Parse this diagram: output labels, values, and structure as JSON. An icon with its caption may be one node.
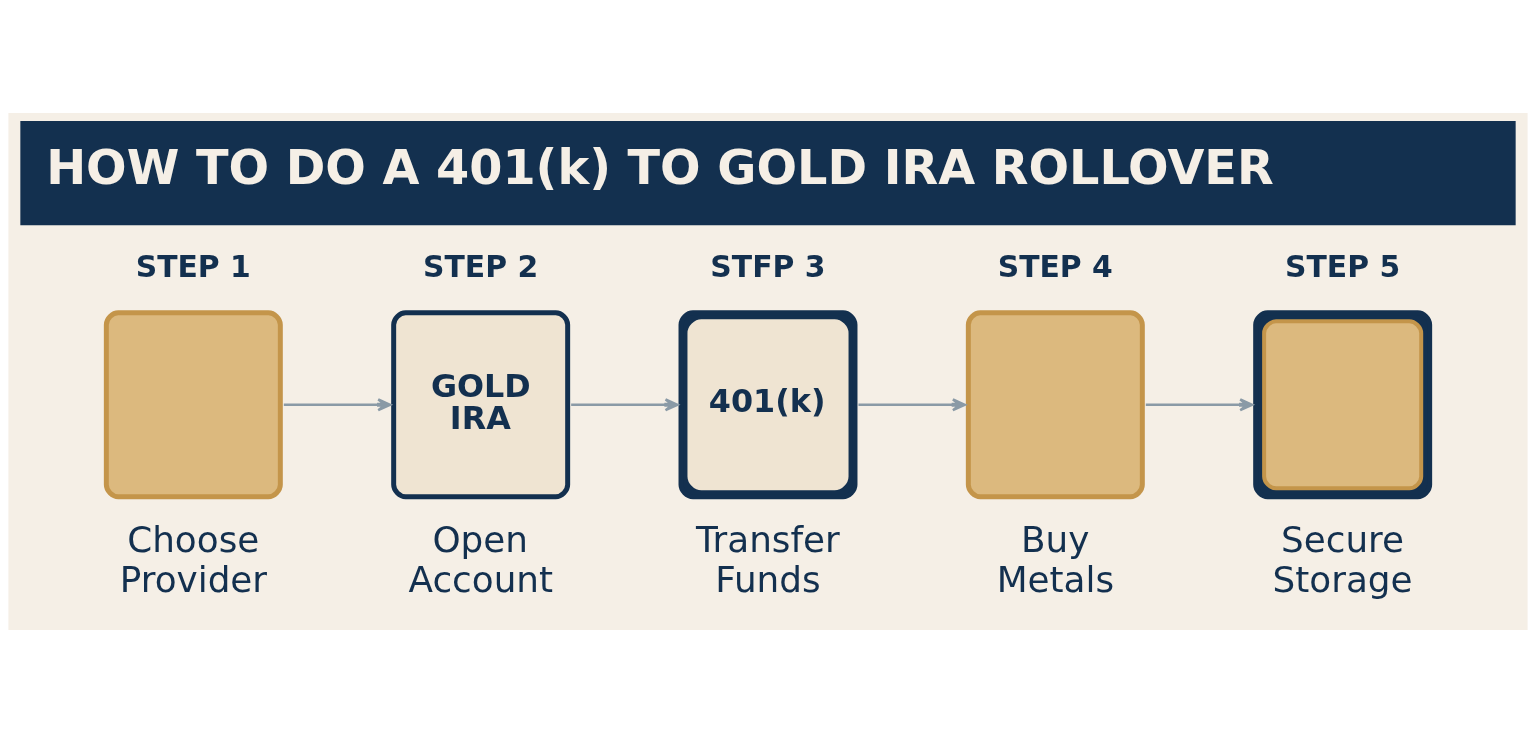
{
  "diagram": {
    "title": "HOW TO DO A 401(k) TO GOLD IRA ROLLOVER",
    "nodes": [
      {
        "text": [
          "STEP 1",
          "Choose Provider"
        ]
      },
      {
        "text": [
          "STEP 2",
          "GOLD IRA",
          "Open Account"
        ]
      },
      {
        "text": [
          "STFP 3",
          "401(k)",
          "Transfer Funds"
        ]
      },
      {
        "text": [
          "STEP 4",
          "Buy Metals"
        ]
      },
      {
        "text": [
          "STEP 5",
          "Secure Storage"
        ]
      }
    ],
    "edges": [
      {
        "from": 0,
        "to": 1,
        "arrow": "to"
      },
      {
        "from": 1,
        "to": 2,
        "arrow": "to"
      },
      {
        "from": 2,
        "to": 3,
        "arrow": "to"
      },
      {
        "from": 3,
        "to": 4,
        "arrow": "to"
      }
    ]
  }
}
